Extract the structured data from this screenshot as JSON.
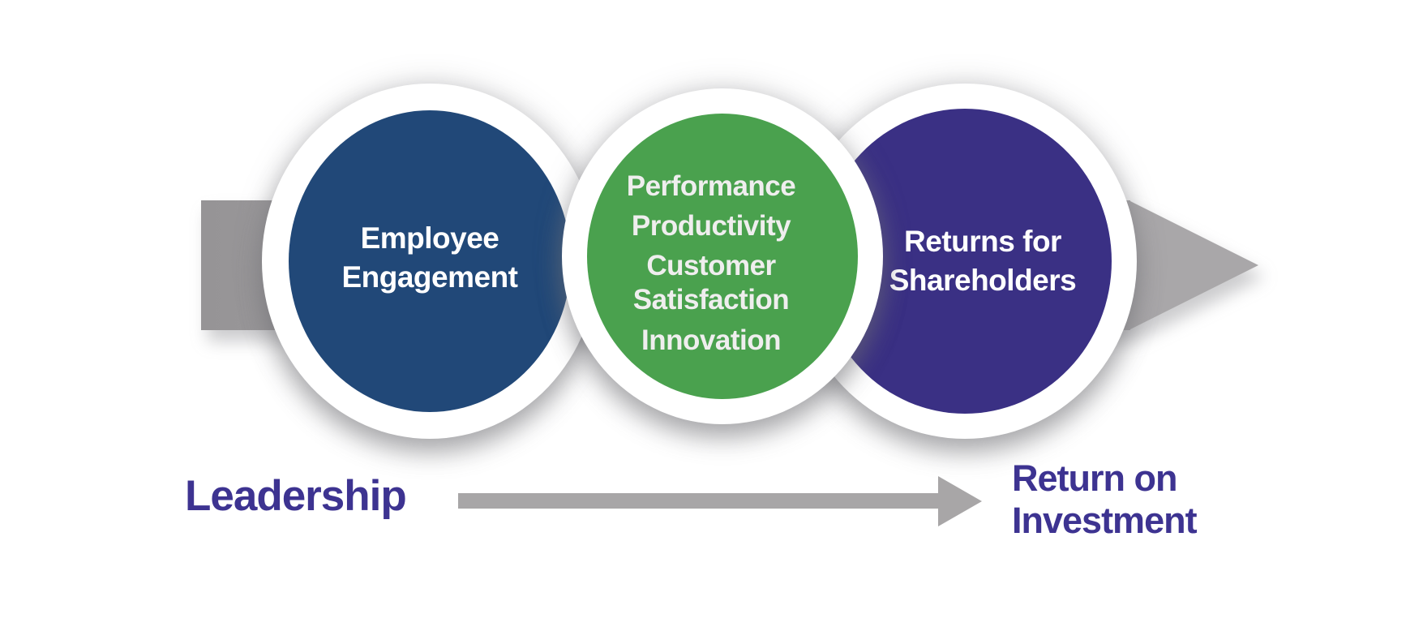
{
  "circles": [
    {
      "name": "employee-engagement",
      "color": "#214878",
      "lines": [
        "Employee",
        "Engagement"
      ]
    },
    {
      "name": "organizational-outcomes",
      "color": "#4AA14E",
      "items": [
        "Performance",
        "Productivity",
        "Customer",
        "Satisfaction",
        "Innovation"
      ]
    },
    {
      "name": "returns-for-shareholders",
      "color": "#3A3084",
      "lines": [
        "Returns for",
        "Shareholders"
      ]
    }
  ],
  "footer": {
    "left_label": "Leadership",
    "right_label_line1": "Return on",
    "right_label_line2": "Investment"
  },
  "colors": {
    "circle_blue": "#214878",
    "circle_green": "#4AA14E",
    "circle_purple": "#3A3084",
    "label_purple": "#3D3391",
    "arrow_gray": "#A8A6A7",
    "shaft_gray": "#969496",
    "head_gray": "#A9A7A9",
    "green_text": "#EFEEEE"
  }
}
